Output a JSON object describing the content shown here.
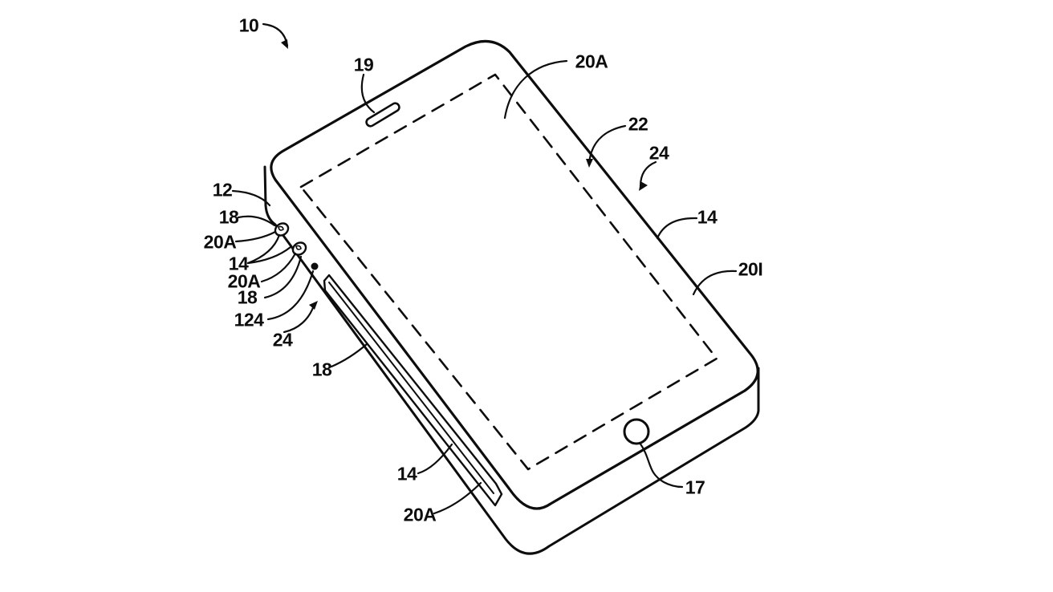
{
  "figure": {
    "kind": "patent-line-drawing",
    "subject": "Handheld electronic device shown in perspective with housing, display boundary, sidewall display regions, buttons and reference numerals",
    "background_color": "#ffffff",
    "line_color": "#0d0d0d"
  },
  "callouts": [
    {
      "id": "device",
      "text": "10"
    },
    {
      "id": "speaker",
      "text": "19"
    },
    {
      "id": "sidewall-top",
      "text": "20A"
    },
    {
      "id": "display",
      "text": "22"
    },
    {
      "id": "edge-right",
      "text": "24"
    },
    {
      "id": "housing-right",
      "text": "14"
    },
    {
      "id": "sidewall-interior",
      "text": "20I"
    },
    {
      "id": "corner",
      "text": "12"
    },
    {
      "id": "button-upper",
      "text": "18"
    },
    {
      "id": "sidewall-left-1",
      "text": "20A"
    },
    {
      "id": "housing-left",
      "text": "14"
    },
    {
      "id": "sidewall-left-2",
      "text": "20A"
    },
    {
      "id": "button-lower",
      "text": "18"
    },
    {
      "id": "port-dot",
      "text": "124"
    },
    {
      "id": "edge-left",
      "text": "24"
    },
    {
      "id": "slot-button",
      "text": "18"
    },
    {
      "id": "housing-bottom",
      "text": "14"
    },
    {
      "id": "sidewall-bottom",
      "text": "20A"
    },
    {
      "id": "home-button",
      "text": "17"
    }
  ]
}
